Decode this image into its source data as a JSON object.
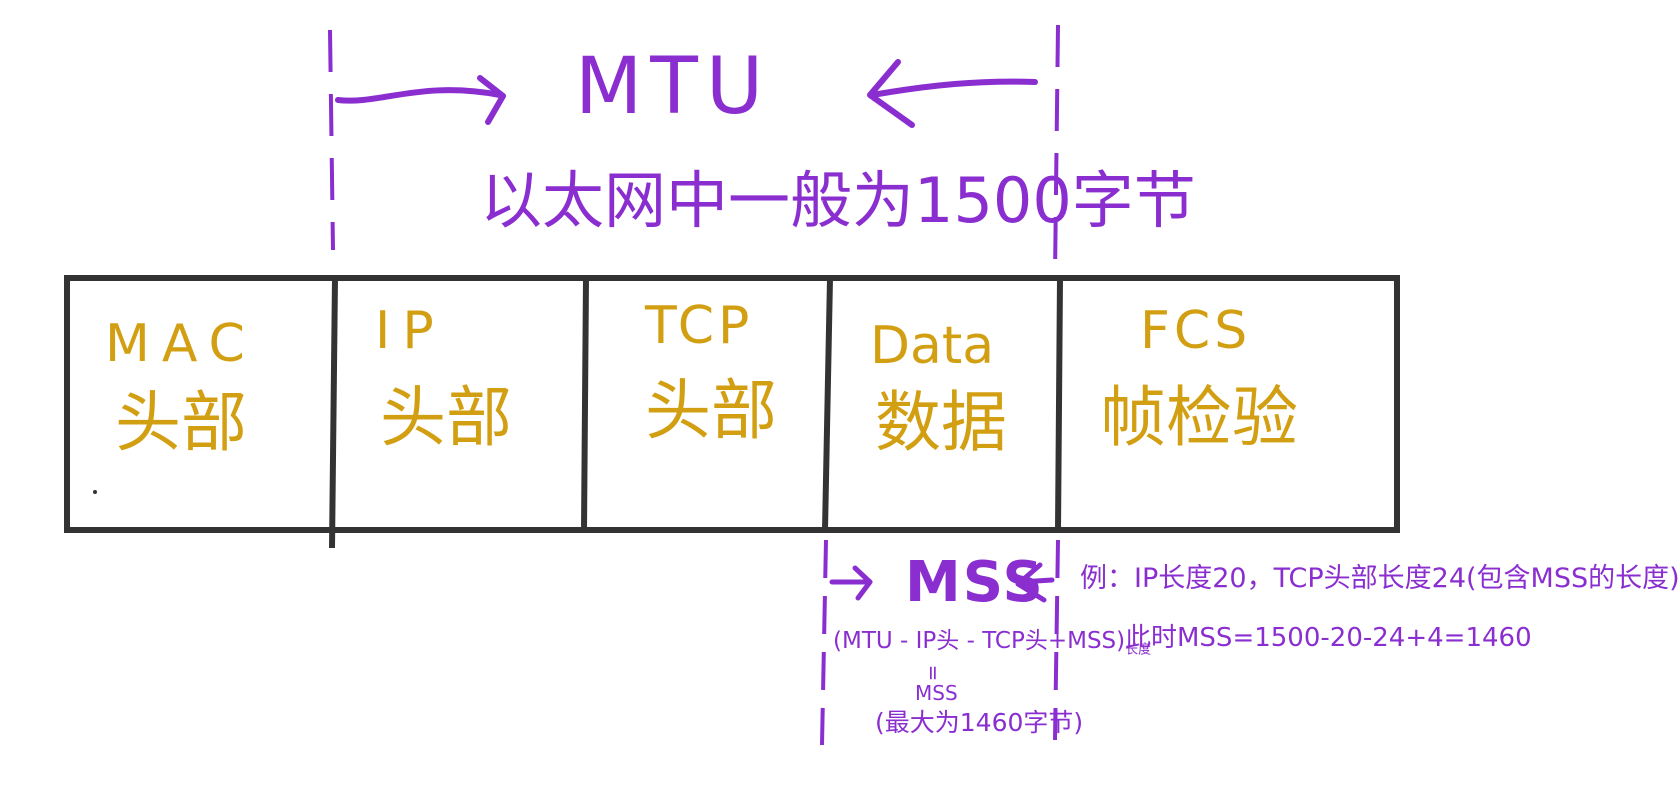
{
  "mtu": {
    "label": "MTU",
    "note": "以太网中一般为1500字节"
  },
  "segments": [
    {
      "line1": "MAC",
      "line2": "头部"
    },
    {
      "line1": "IP",
      "line2": "头部"
    },
    {
      "line1": "TCP",
      "line2": "头部"
    },
    {
      "line1": "Data",
      "line2": "数据"
    },
    {
      "line1": "FCS",
      "line2": "帧检验"
    }
  ],
  "mss": {
    "label": "MSS",
    "formula": "(MTU - IP头 - TCP头+MSS)",
    "formula_sub": "长度",
    "equals": "=",
    "word": "MSS",
    "max": "(最大为1460字节)"
  },
  "example": {
    "line1": "例：IP长度20，TCP头部长度24(包含MSS的长度)",
    "line2": "此时MSS=1500-20-24+4=1460"
  },
  "colors": {
    "annotation": "#8a2ed0",
    "segment_text": "#d39f12",
    "frame": "#333333"
  }
}
